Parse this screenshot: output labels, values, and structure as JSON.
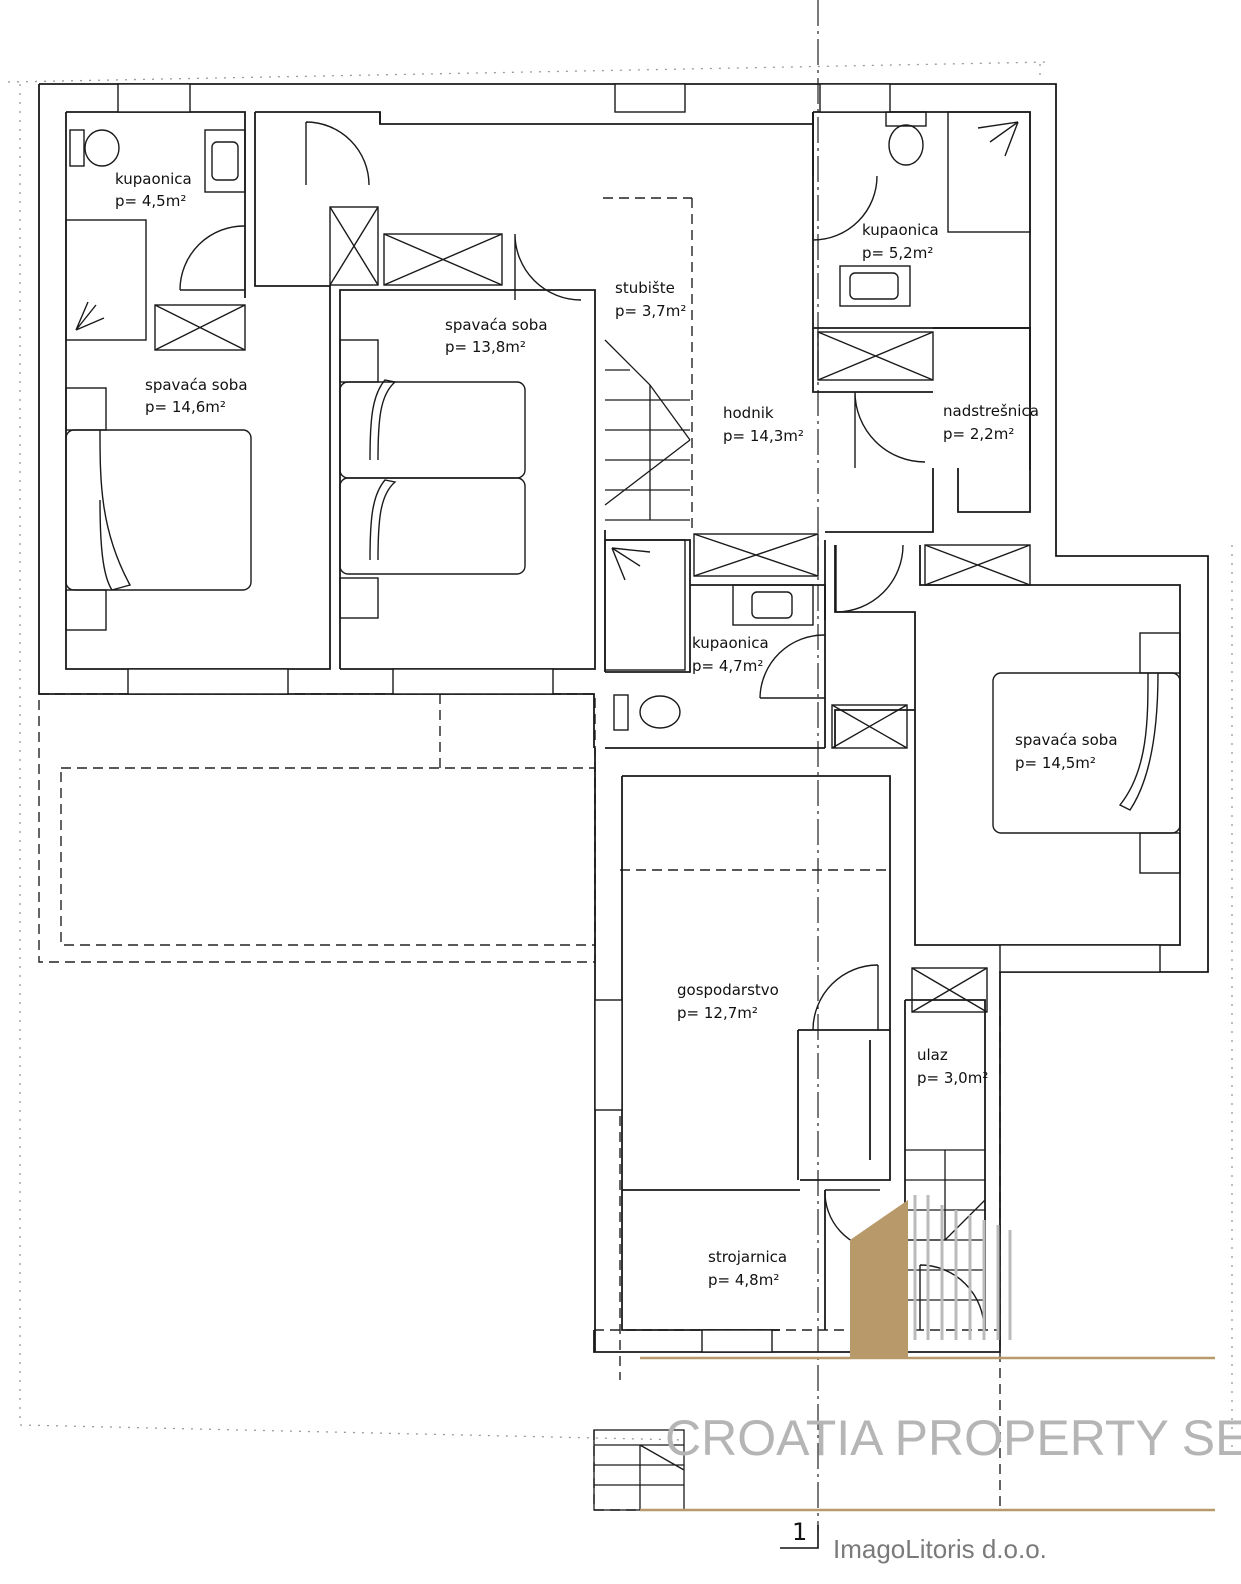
{
  "rooms": [
    {
      "id": "bath1",
      "name": "kupaonica",
      "area": "p= 4,5m²"
    },
    {
      "id": "bed1",
      "name": "spavaća soba",
      "area": "p= 14,6m²"
    },
    {
      "id": "bed2",
      "name": "spavaća soba",
      "area": "p= 13,8m²"
    },
    {
      "id": "stairs",
      "name": "stubište",
      "area": "p= 3,7m²"
    },
    {
      "id": "hall",
      "name": "hodnik",
      "area": "p= 14,3m²"
    },
    {
      "id": "bath2",
      "name": "kupaonica",
      "area": "p= 5,2m²"
    },
    {
      "id": "canopy",
      "name": "nadstrešnica",
      "area": "p= 2,2m²"
    },
    {
      "id": "bath3",
      "name": "kupaonica",
      "area": "p= 4,7m²"
    },
    {
      "id": "bed3",
      "name": "spavaća soba",
      "area": "p= 14,5m²"
    },
    {
      "id": "utility",
      "name": "gospodarstvo",
      "area": "p= 12,7m²"
    },
    {
      "id": "entrance",
      "name": "ulaz",
      "area": "p= 3,0m²"
    },
    {
      "id": "machine",
      "name": "strojarnica",
      "area": "p= 4,8m²"
    }
  ],
  "section_marker": "1",
  "watermark": {
    "main": "CROATIA PROPERTY SERVICE",
    "sub": "ImagoLitoris d.o.o."
  },
  "colors": {
    "wall": "#1a1a1a",
    "accent": "#b89a6a",
    "watermark": "#b5b5b5"
  }
}
